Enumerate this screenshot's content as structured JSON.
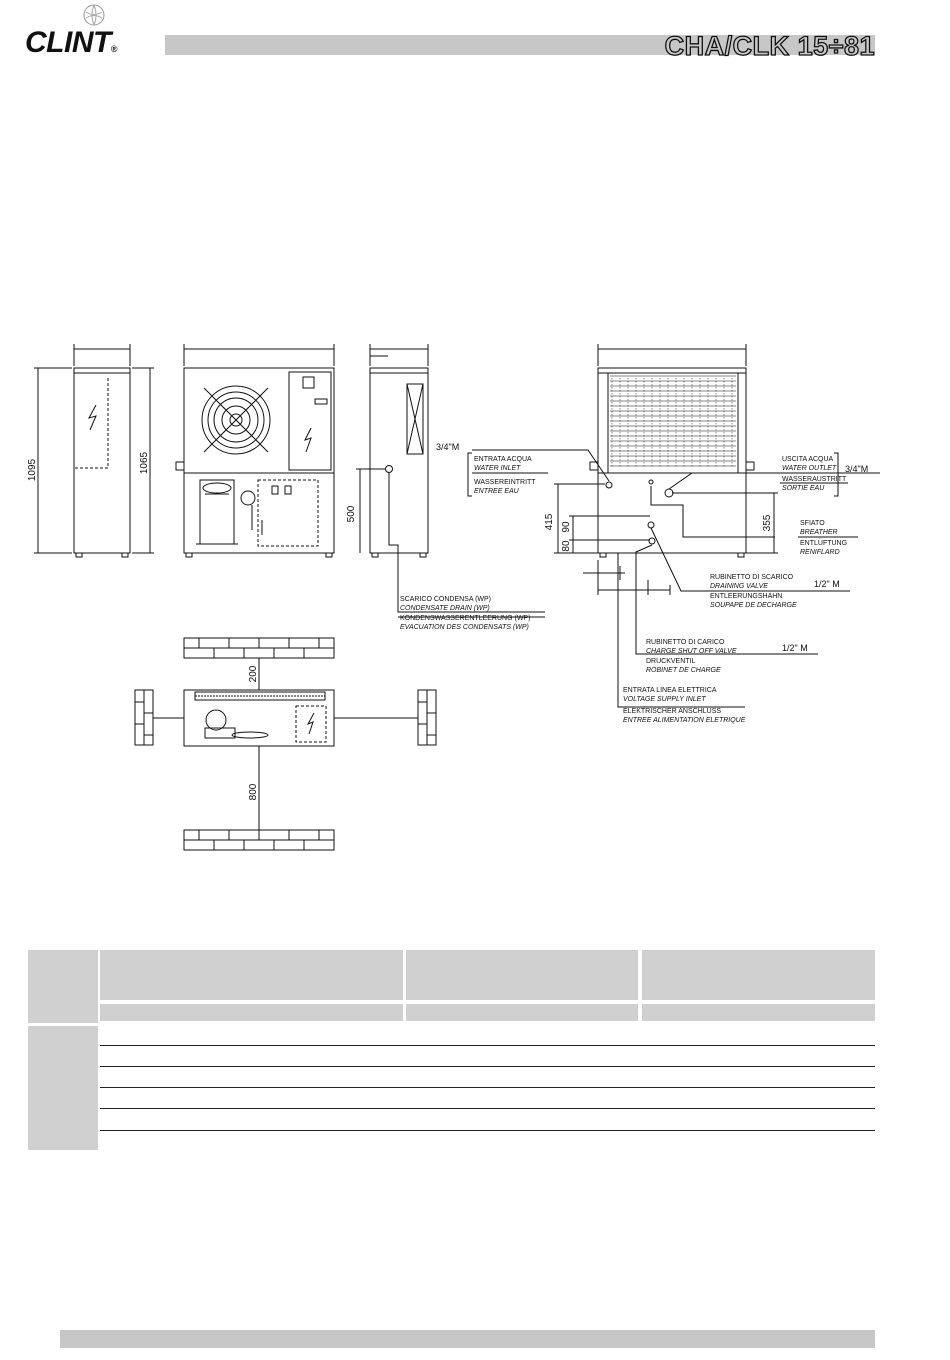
{
  "header": {
    "brand": "CLINT",
    "brand_mark": "®",
    "model": "CHA/CLK 15÷81"
  },
  "dimensions": {
    "height_1095": "1095",
    "height_1065": "1065",
    "height_500": "500",
    "height_415": "415",
    "height_90": "90",
    "height_80": "80",
    "height_355": "355",
    "clearance_200": "200",
    "clearance_800": "800"
  },
  "connections": {
    "water_inlet": {
      "size": "3/4\"M",
      "it": "ENTRATA ACQUA",
      "en": "WATER INLET",
      "de": "WASSEREINTRITT",
      "fr": "ENTREE EAU"
    },
    "water_outlet": {
      "size": "3/4\"M",
      "it": "USCITA ACQUA",
      "en": "WATER OUTLET",
      "de": "WASSERAUSTRITT",
      "fr": "SORTIE EAU"
    },
    "breather": {
      "it": "SFIATO",
      "en": "BREATHER",
      "de": "ENTLÜFTUNG",
      "fr": "RENIFLARD"
    },
    "draining_valve": {
      "size": "1/2\" M",
      "it": "RUBINETTO DI SCARICO",
      "en": "DRAINING VALVE",
      "de": "ENTLEERUNGSHAHN",
      "fr": "SOUPAPE DE DECHARGE"
    },
    "charge_valve": {
      "size": "1/2\" M",
      "it": "RUBINETTO DI CARICO",
      "en": "CHARGE SHUT OFF VALVE",
      "de": "DRUCKVENTIL",
      "fr": "ROBINET DE CHARGE"
    },
    "voltage_inlet": {
      "it": "ENTRATA LINEA ELETTRICA",
      "en": "VOLTAGE SUPPLY INLET",
      "de": "ELEKTRISCHER ANSCHLUSS",
      "fr": "ENTREE ALIMENTATION ELETRIQUE"
    },
    "condensate_drain": {
      "it": "SCARICO CONDENSA (WP)",
      "en": "CONDENSATE DRAIN (WP)",
      "de": "KONDENSWASSERENTLEERUNG (WP)",
      "fr": "EVACUATION DES CONDENSATS (WP)"
    }
  },
  "colors": {
    "header_bar": "#c7c7c7",
    "table_grey": "#d0d0d0",
    "line": "#111111"
  }
}
